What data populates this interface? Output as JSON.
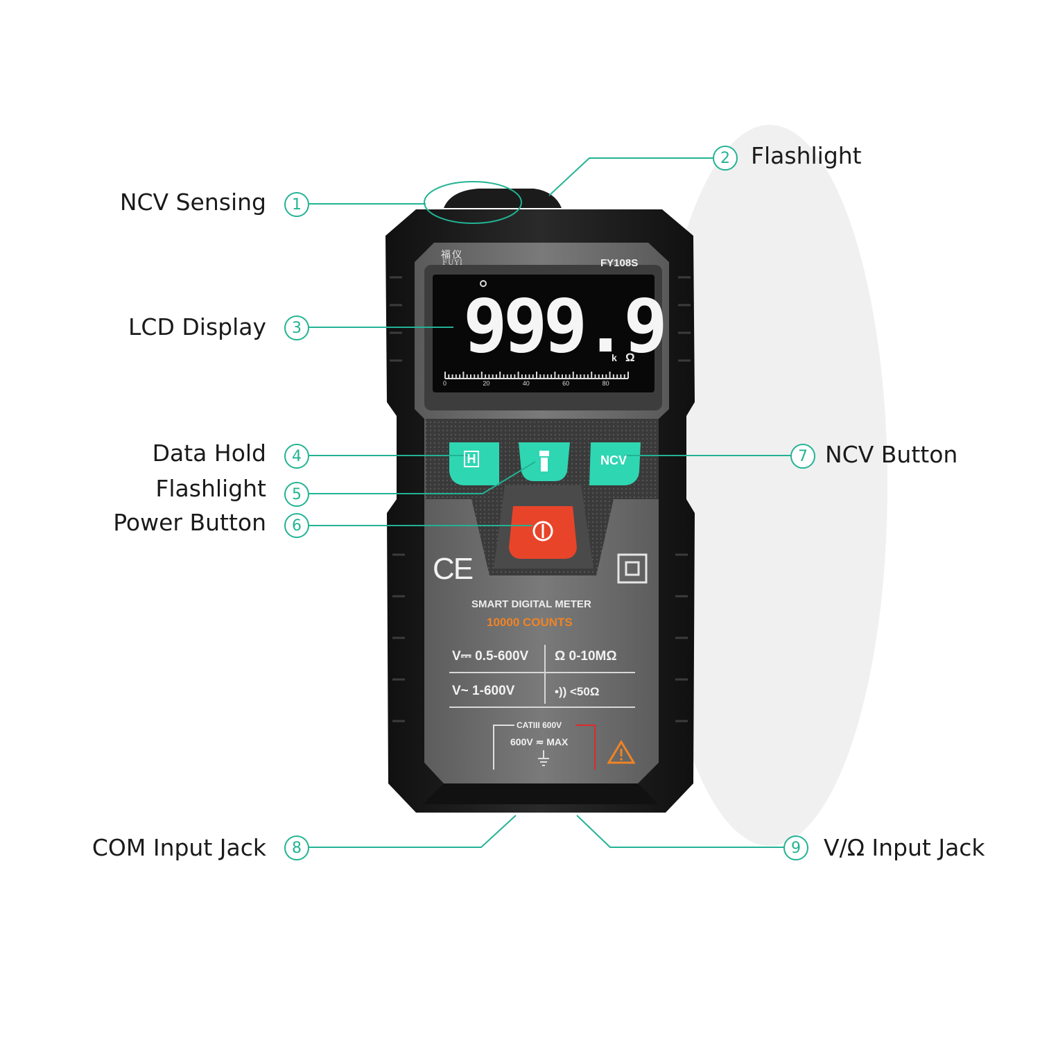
{
  "colors": {
    "accent": "#22b393",
    "body_dark": "#1d1d1d",
    "panel_gray": "#6b6b6b",
    "button_teal": "#2fd6b2",
    "power_red": "#e8442a",
    "orange_text": "#f08424"
  },
  "callouts": [
    {
      "number": "1",
      "label": "NCV Sensing"
    },
    {
      "number": "2",
      "label": "Flashlight"
    },
    {
      "number": "3",
      "label": "LCD Display"
    },
    {
      "number": "4",
      "label": "Data Hold"
    },
    {
      "number": "5",
      "label": "Flashlight"
    },
    {
      "number": "6",
      "label": "Power Button"
    },
    {
      "number": "7",
      "label": "NCV Button"
    },
    {
      "number": "8",
      "label": "COM Input Jack"
    },
    {
      "number": "9",
      "label": "V/Ω Input Jack"
    }
  ],
  "device": {
    "brand_cn": "福仪",
    "brand": "FUYI",
    "model": "FY108S",
    "lcd": {
      "reading": "999.9",
      "unit_prefix": "k",
      "unit": "Ω",
      "scale_ticks": [
        "0",
        "20",
        "40",
        "60",
        "80"
      ]
    },
    "buttons": {
      "hold": "H",
      "ncv": "NCV"
    },
    "panel": {
      "title": "SMART DIGITAL METER",
      "counts": "10000 COUNTS",
      "dcv": "V⎓ 0.5-600V",
      "ohm": "Ω 0-10MΩ",
      "acv": "V~ 1-600V",
      "continuity": "•)) <50Ω",
      "cat": "CATIII 600V",
      "max": "600V ≂ MAX",
      "ce": "CE"
    }
  }
}
